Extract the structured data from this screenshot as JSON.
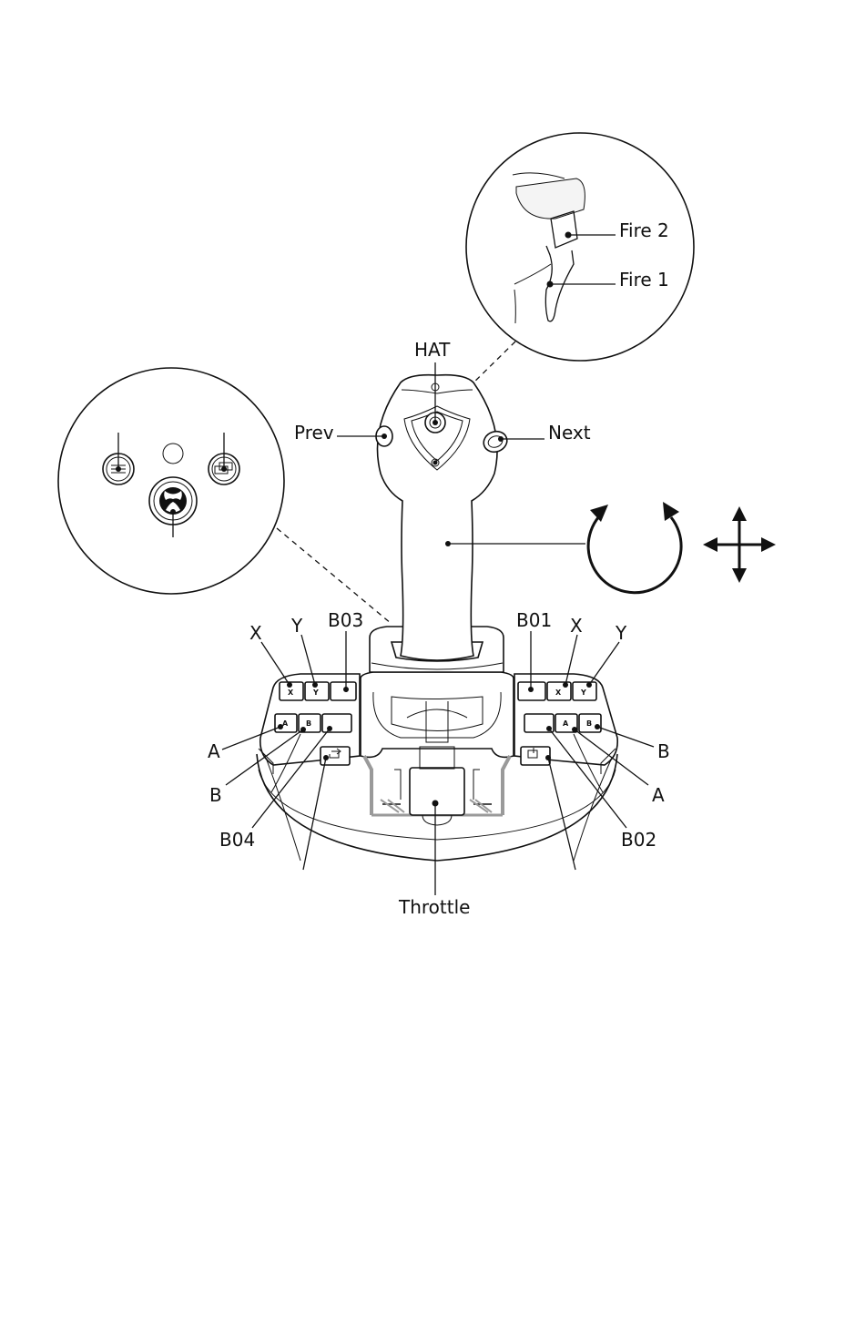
{
  "labels": {
    "hat": "HAT",
    "prev": "Prev",
    "next": "Next",
    "fire2": "Fire 2",
    "fire1": "Fire 1",
    "throttle": "Throttle",
    "left_x": "X",
    "left_y": "Y",
    "left_b03": "B03",
    "left_a": "A",
    "left_b": "B",
    "left_b04": "B04",
    "right_b01": "B01",
    "right_x": "X",
    "right_y": "Y",
    "right_b": "B",
    "right_a": "A",
    "right_b02": "B02"
  },
  "keycaps": {
    "x": "X",
    "y": "Y",
    "a": "A",
    "b": "B"
  },
  "icons": {
    "rotation": "rotation-arrows-icon",
    "move": "four-way-arrow-icon",
    "xbox": "xbox-logo-icon",
    "menu": "menu-icon",
    "view": "view-icon"
  },
  "colors": {
    "ink": "#111111",
    "slot": "#9a9a9a"
  }
}
